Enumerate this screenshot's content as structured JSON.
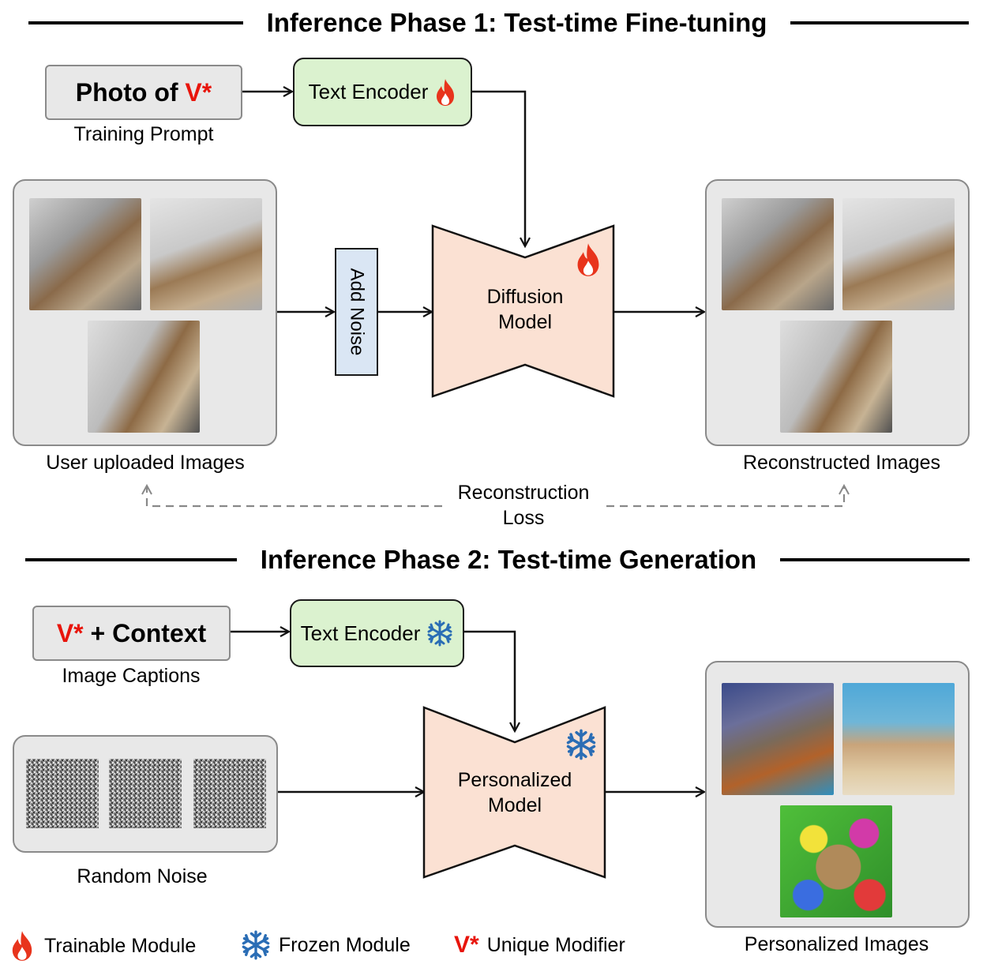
{
  "phase1": {
    "title": "Inference Phase 1: Test-time Fine-tuning",
    "prompt_prefix": "Photo of ",
    "prompt_token": "V*",
    "prompt_caption": "Training Prompt",
    "encoder_label": "Text Encoder",
    "noise_label": "Add Noise",
    "model_label_line1": "Diffusion",
    "model_label_line2": "Model",
    "input_caption": "User uploaded Images",
    "output_caption": "Reconstructed Images",
    "loss_line1": "Reconstruction",
    "loss_line2": "Loss"
  },
  "phase2": {
    "title": "Inference Phase 2: Test-time Generation",
    "prompt_token": "V*",
    "prompt_suffix": " + Context",
    "prompt_caption": "Image Captions",
    "encoder_label": "Text Encoder",
    "model_label_line1": "Personalized",
    "model_label_line2": "Model",
    "input_caption": "Random Noise",
    "output_caption": "Personalized Images"
  },
  "legend": {
    "trainable": "Trainable Module",
    "frozen": "Frozen Module",
    "modifier_token": "V*",
    "modifier": "Unique Modifier"
  },
  "colors": {
    "modifier_red": "#e8150c",
    "flame_red": "#e8341c",
    "snowflake_blue": "#2a6db5",
    "encoder_green": "#dbf2cf",
    "model_peach": "#fbe1d3",
    "noise_blue": "#dae6f4",
    "panel_gray": "#e8e8e8"
  },
  "icons": {
    "trainable": "flame-icon",
    "frozen": "snowflake-icon"
  }
}
